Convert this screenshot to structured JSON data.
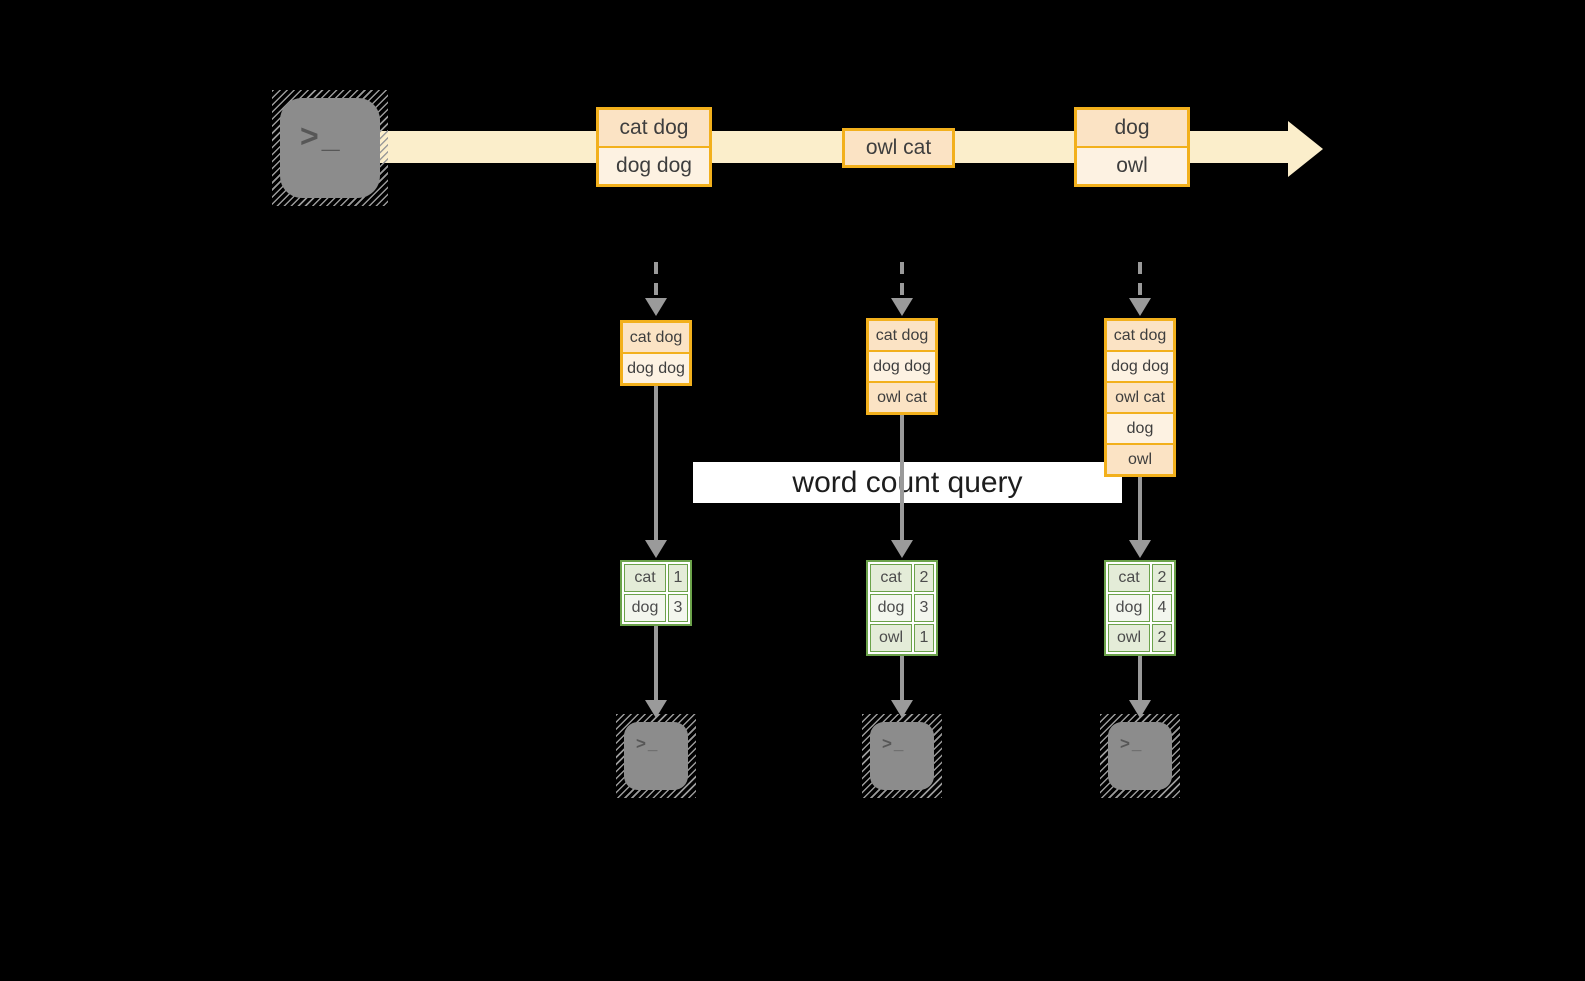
{
  "colors": {
    "background": "#000000",
    "stream_band": "#fbeecb",
    "amber_border": "#f2b01c",
    "peach_dark": "#fbe3c4",
    "peach_light": "#fdf2e2",
    "green_border": "#6ba24a",
    "green_fill_dark": "#e4ecd8",
    "green_fill_light": "#f3f6ee",
    "arrow_gray": "#9a9a9a",
    "terminal_gray": "#8c8c8c",
    "banner_bg": "#ffffff",
    "text_dark": "#3e3e3e"
  },
  "source_terminal": {
    "glyph": ">_"
  },
  "timeline": {
    "events": [
      {
        "cells": [
          "cat dog",
          "dog dog"
        ]
      },
      {
        "cells": [
          "owl cat"
        ]
      },
      {
        "cells": [
          "dog",
          "owl"
        ]
      }
    ]
  },
  "banner": {
    "label": "word count query"
  },
  "columns": [
    {
      "window": [
        "cat dog",
        "dog dog"
      ],
      "counts": [
        {
          "word": "cat",
          "count": "1"
        },
        {
          "word": "dog",
          "count": "3"
        }
      ],
      "sink_glyph": ">_"
    },
    {
      "window": [
        "cat dog",
        "dog dog",
        "owl cat"
      ],
      "counts": [
        {
          "word": "cat",
          "count": "2"
        },
        {
          "word": "dog",
          "count": "3"
        },
        {
          "word": "owl",
          "count": "1"
        }
      ],
      "sink_glyph": ">_"
    },
    {
      "window": [
        "cat dog",
        "dog dog",
        "owl cat",
        "dog",
        "owl"
      ],
      "counts": [
        {
          "word": "cat",
          "count": "2"
        },
        {
          "word": "dog",
          "count": "4"
        },
        {
          "word": "owl",
          "count": "2"
        }
      ],
      "sink_glyph": ">_"
    }
  ]
}
